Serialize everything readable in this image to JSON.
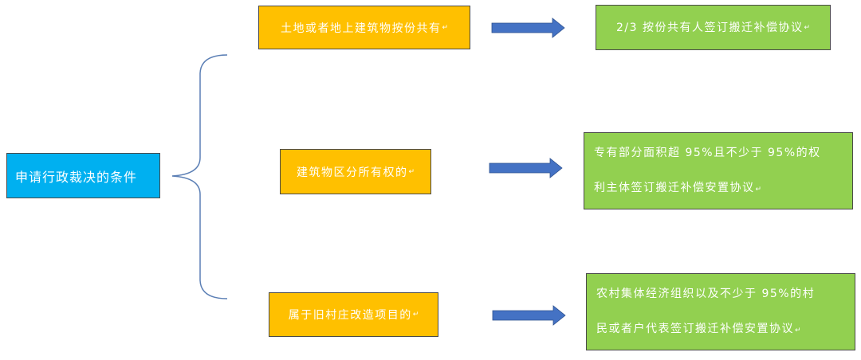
{
  "root": {
    "label": "申请行政裁决的条件"
  },
  "conditions": [
    {
      "label": "土地或者地上建筑物按份共有"
    },
    {
      "label": "建筑物区分所有权的"
    },
    {
      "label": "属于旧村庄改造项目的"
    }
  ],
  "results": [
    {
      "label": "2/3 按份共有人签订搬迁补偿协议"
    },
    {
      "line1": "专有部分面积超 95%且不少于 95%的权",
      "line2": "利主体签订搬迁补偿安置协议"
    },
    {
      "line1": "农村集体经济组织以及不少于 95%的村",
      "line2": "民或者户代表签订搬迁补偿安置协议"
    }
  ],
  "paragraph_mark": "↵",
  "colors": {
    "root_fill": "#00b0f0",
    "condition_fill": "#ffc000",
    "result_fill": "#92d050",
    "arrow_fill": "#4472c4",
    "brace_stroke": "#5b7fb5"
  }
}
